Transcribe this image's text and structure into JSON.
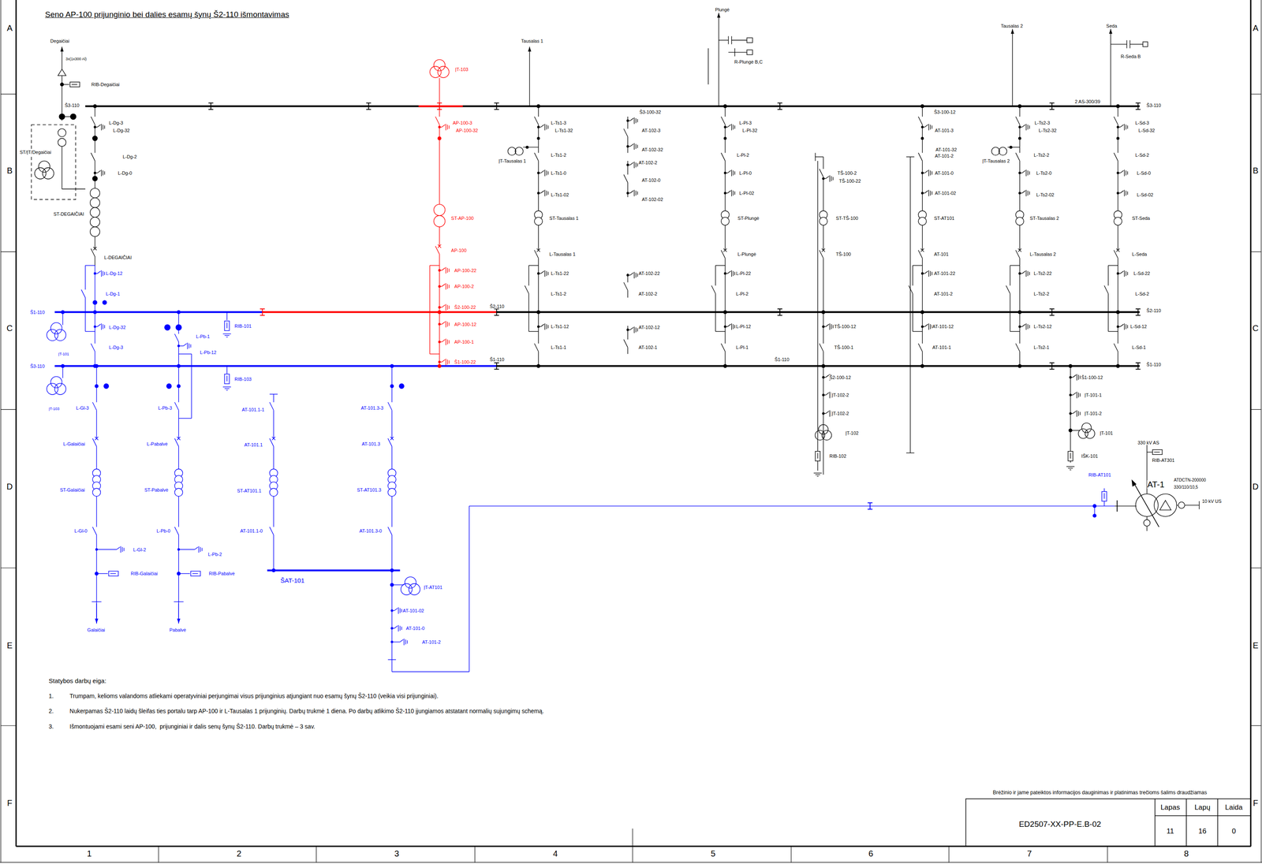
{
  "diagram": {
    "title": "Seno AP-100 prijunginio bei dalies esamų šynų Š2-110 išmontavimas",
    "labels": [
      "A",
      "B",
      "C",
      "D",
      "E",
      "F",
      "A",
      "B",
      "C",
      "D",
      "E",
      "F",
      "1",
      "2",
      "3",
      "4",
      "5",
      "6",
      "7",
      "8",
      "Degaičiai",
      "3x(1x300 Al)",
      "RIB-Degaičiai",
      "Š3-110",
      "ST/ĮT/Degaičiai",
      "L-Dg-3",
      "L-Dg-32",
      "L-Dg-2",
      "L-Dg-0",
      "ST-DEGAIČIAI",
      "L-DEGAIČIAI",
      "L-Dg-12",
      "L-Dg-1",
      "Š1-110",
      "ĮT-101",
      "L-Dg-32",
      "L-Dg-3",
      "L-Pb-1",
      "L-Pb-12",
      "RIB-101",
      "Š3-110",
      "ĮT-103",
      "RIB-103",
      "L-Gl-3",
      "L-Pb-3",
      "AT-101.1-1",
      "AT-101.3-3",
      "L-Galaičiai",
      "L-Pabalvė",
      "AT-101.1",
      "AT-101.3",
      "ST-Galaičiai",
      "ST-Pabalvė",
      "ST-AT101.1",
      "ST-AT101.3",
      "L-Gl-0",
      "L-Pb-0",
      "AT-101.1-0",
      "AT-101.3-0",
      "L-Gl-2",
      "L-Pb-2",
      "RIB-Galaičiai",
      "RIB-Pabalvė",
      "ŠAT-101",
      "ĮT-AT101",
      "AT-101-02",
      "AT-101-0",
      "AT-101-2",
      "Galaičiai",
      "Pabalvė",
      "ĮT-103",
      "AP-100-3",
      "AP-100-32",
      "ST-AP-100",
      "AP-100",
      "AP-100-22",
      "AP-100-2",
      "Š2-100-22",
      "AP-100-12",
      "AP-100-1",
      "Š1-100-22",
      "Š2-110",
      "Š1-110",
      "Tausalas 1",
      "L-Ts1-3",
      "L-Ts1-32",
      "ĮT-Tausalas 1",
      "L-Ts1-2",
      "L-Ts1-0",
      "L-Ts1-02",
      "ST-Tausalas 1",
      "L-Tausalas 1",
      "L-Ts1-22",
      "L-Ts1-2",
      "L-Ts1-12",
      "L-Ts1-1",
      "Š3-100-32",
      "AT-102-3",
      "AT-102-32",
      "AT-102-2",
      "AT-102-0",
      "AT-102-02",
      "AT-102-22",
      "AT-102-2",
      "AT-102-12",
      "AT-102-1",
      "Plungė",
      "R-Plungė B,C",
      "L-Pl-3",
      "L-Pl-32",
      "L-Pl-2",
      "L-Pl-0",
      "L-Pl-02",
      "ST-Plungė",
      "L-Plungė",
      "L-Pl-22",
      "L-Pl-2",
      "L-Pl-12",
      "L-Pl-1",
      "TŠ-100-2",
      "TŠ-100-22",
      "ST-TŠ-100",
      "TŠ-100",
      "TŠ-100-12",
      "TŠ-100-1",
      "Š1-110",
      "Š2-100-12",
      "ĮT-102-2",
      "ĮT-102-2",
      "ĮT-102",
      "RIB-102",
      "Š3-100-12",
      "AT-101-3",
      "AT-101-32",
      "AT-101-2",
      "AT-101-0",
      "AT-101-02",
      "ST-AT101",
      "AT-101",
      "AT-101-22",
      "AT-101-2",
      "AT-101-12",
      "AT-101-1",
      "Tausalas 2",
      "ĮT-Tausalas 2",
      "L-Ts2-3",
      "L-Ts2-32",
      "L-Ts2-2",
      "L-Ts2-0",
      "L-Ts2-02",
      "ST-Tausalas 2",
      "L-Tausalas 2",
      "L-Ts2-22",
      "L-Ts2-2",
      "L-Ts2-12",
      "L-Ts2-1",
      "2 AS-300/39",
      "Š3-110",
      "Seda",
      "R-Seda B",
      "L-Sd-3",
      "L-Sd-32",
      "L-Sd-2",
      "L-Sd-0",
      "L-Sd-02",
      "ST-Seda",
      "L-Seda",
      "L-Sd-22",
      "L-Sd-2",
      "L-Sd-12",
      "L-Sd-1",
      "Š2-110",
      "Š1-110",
      "Š1-100-12",
      "ĮT-101-1",
      "ĮT-101-2",
      "ĮT-101",
      "IŠK-101",
      "330 kV AS",
      "RIB-AT301",
      "RIB-AT101",
      "AT-1",
      "ATDCTN-200000",
      "330/110/10,5",
      "10 kV US",
      "Statybos darbų eiga:",
      "1.",
      "Trumpam, kelioms valandoms atliekami operatyviniai perjungimai visus prijunginius atjungiant nuo esamų šynų Š2-110 (veikia visi prijunginiai).",
      "2.",
      "Nukerpamas Š2-110 laidų šleifas ties portalu tarp AP-100 ir L-Tausalas 1 prijunginių. Darbų trukmė 1 diena. Po darbų atlikimo Š2-110 įjungiamos atstatant normalių sujungimų schemą.",
      "3.",
      "Išmontuojami esami seni AP-100,  prijunginiai ir dalis senų šynų Š2-110. Darbų trukmė – 3 sav.",
      "Brėžinio ir jame pateiktos informacijos dauginimas ir platinimas trečioms šalims draudžiamas",
      "Lapas",
      "Lapų",
      "Laida",
      "ED2507-XX-PP-E.B-02",
      "11",
      "16",
      "0"
    ]
  }
}
